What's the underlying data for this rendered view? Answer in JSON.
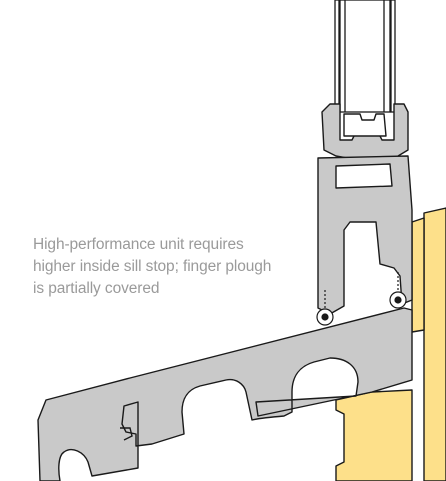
{
  "annotation": {
    "lines": [
      "High-performance unit requires",
      "higher inside sill stop; finger plough",
      "is partially covered"
    ]
  },
  "colors": {
    "frame_fill": "#c9c9c9",
    "outline": "#1a1a1a",
    "timber_fill": "#fde08a",
    "glass_fill": "#ffffff",
    "caption_text": "#9a9a9a"
  },
  "icons": [
    "screw-icon",
    "screw-icon"
  ]
}
